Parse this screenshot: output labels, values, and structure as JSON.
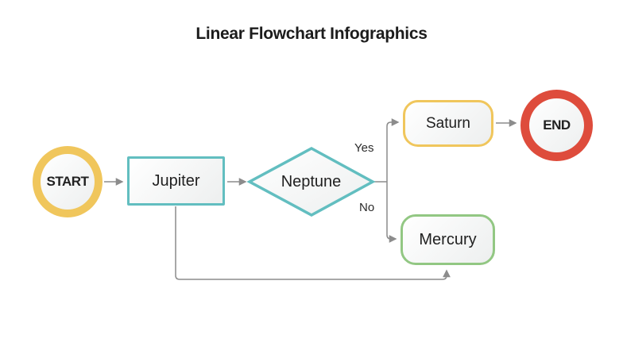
{
  "title": "Linear Flowchart Infographics",
  "nodes": {
    "start": {
      "label": "START",
      "shape": "circle-terminator"
    },
    "jupiter": {
      "label": "Jupiter",
      "shape": "rectangle-process"
    },
    "neptune": {
      "label": "Neptune",
      "shape": "diamond-decision"
    },
    "saturn": {
      "label": "Saturn",
      "shape": "rounded-rectangle"
    },
    "mercury": {
      "label": "Mercury",
      "shape": "rounded-rectangle"
    },
    "end": {
      "label": "END",
      "shape": "circle-terminator"
    }
  },
  "branch_labels": {
    "yes": "Yes",
    "no": "No"
  },
  "flow": [
    {
      "from": "START",
      "to": "Jupiter"
    },
    {
      "from": "Jupiter",
      "to": "Neptune"
    },
    {
      "from": "Neptune",
      "to": "Saturn",
      "condition": "Yes"
    },
    {
      "from": "Neptune",
      "to": "Mercury",
      "condition": "No"
    },
    {
      "from": "Saturn",
      "to": "END"
    },
    {
      "from": "Jupiter",
      "to": "Mercury"
    }
  ],
  "colors": {
    "yellow": "#F0C65C",
    "red": "#DE4C3C",
    "teal": "#62BEC0",
    "green": "#92C783",
    "connector_gray": "#8C8C8C",
    "text_dark": "#1F1F1F"
  }
}
